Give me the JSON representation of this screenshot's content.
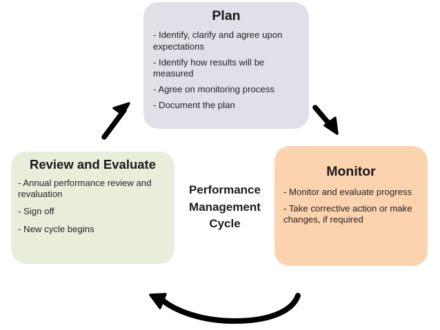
{
  "diagram": {
    "title": "Performance Management Cycle",
    "background_color": "#ffffff",
    "center_label": "Performance\nManagement\nCycle"
  },
  "boxes": {
    "plan": {
      "title": "Plan",
      "fill_color": "#e2dfe9",
      "items": [
        "- Identify, clarify and agree upon expectations",
        "- Identify how results will be measured",
        "- Agree on monitoring process",
        "- Document the plan"
      ]
    },
    "monitor": {
      "title": "Monitor",
      "fill_color": "#fbd3ae",
      "items": [
        "- Monitor and evaluate progress",
        "- Take corrective action or make changes, if required"
      ]
    },
    "review": {
      "title": "Review and Evaluate",
      "fill_color": "#e9eedb",
      "items": [
        "- Annual performance review and revaluation",
        "- Sign off",
        "- New cycle begins"
      ]
    }
  },
  "arrows": {
    "color": "#000000",
    "review_to_plan": "arrow-up-right",
    "plan_to_monitor": "arrow-down-right",
    "monitor_to_review": "arrow-curved-left"
  }
}
